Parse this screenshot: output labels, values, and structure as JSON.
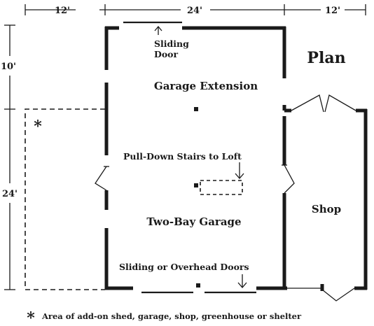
{
  "title": "Plan",
  "dimensions": {
    "top_left": "12'",
    "top_middle": "24'",
    "top_right": "12'",
    "left_upper": "10'",
    "left_lower": "24'"
  },
  "rooms": {
    "garage_extension": "Garage Extension",
    "two_bay_garage": "Two-Bay Garage",
    "shop": "Shop"
  },
  "notes": {
    "sliding_door_line1": "Sliding",
    "sliding_door_line2": "Door",
    "stairs": "Pull-Down Stairs to Loft",
    "overhead_doors": "Sliding or Overhead Doors"
  },
  "addon_marker": "*",
  "footnote": {
    "symbol": "*",
    "text": "Area of add-on shed, garage, shop, greenhouse or shelter"
  }
}
